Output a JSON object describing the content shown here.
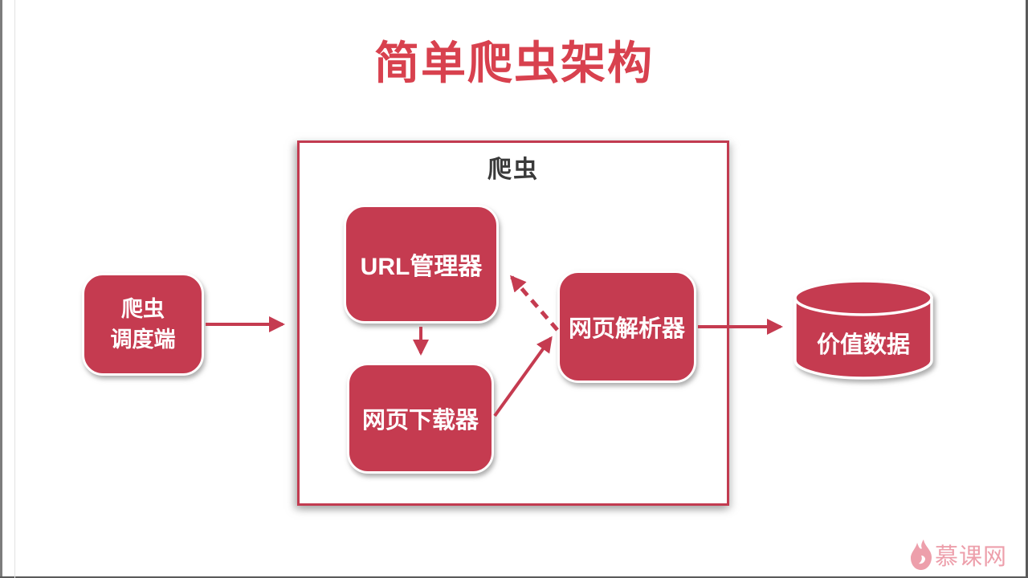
{
  "title": "简单爬虫架构",
  "crawler_box": {
    "label": "爬虫"
  },
  "nodes": {
    "scheduler": {
      "line1": "爬虫",
      "line2": "调度端"
    },
    "url_manager": {
      "label": "URL管理器"
    },
    "downloader": {
      "label": "网页下载器"
    },
    "parser": {
      "label": "网页解析器"
    },
    "value_data": {
      "label": "价值数据"
    }
  },
  "arrows": [
    {
      "from": "scheduler",
      "to": "crawler_box",
      "style": "solid"
    },
    {
      "from": "url_manager",
      "to": "downloader",
      "style": "solid"
    },
    {
      "from": "downloader",
      "to": "parser",
      "style": "solid"
    },
    {
      "from": "parser",
      "to": "url_manager",
      "style": "dashed"
    },
    {
      "from": "parser",
      "to": "value_data",
      "style": "solid"
    }
  ],
  "colors": {
    "node_fill": "#c53b50",
    "title_text": "#d8414e",
    "container_border": "#c23b50",
    "container_label_text": "#3a3a3a",
    "logo_pink": "#ed9fab"
  },
  "logo": {
    "text": "慕课网",
    "icon": "flame-icon"
  }
}
